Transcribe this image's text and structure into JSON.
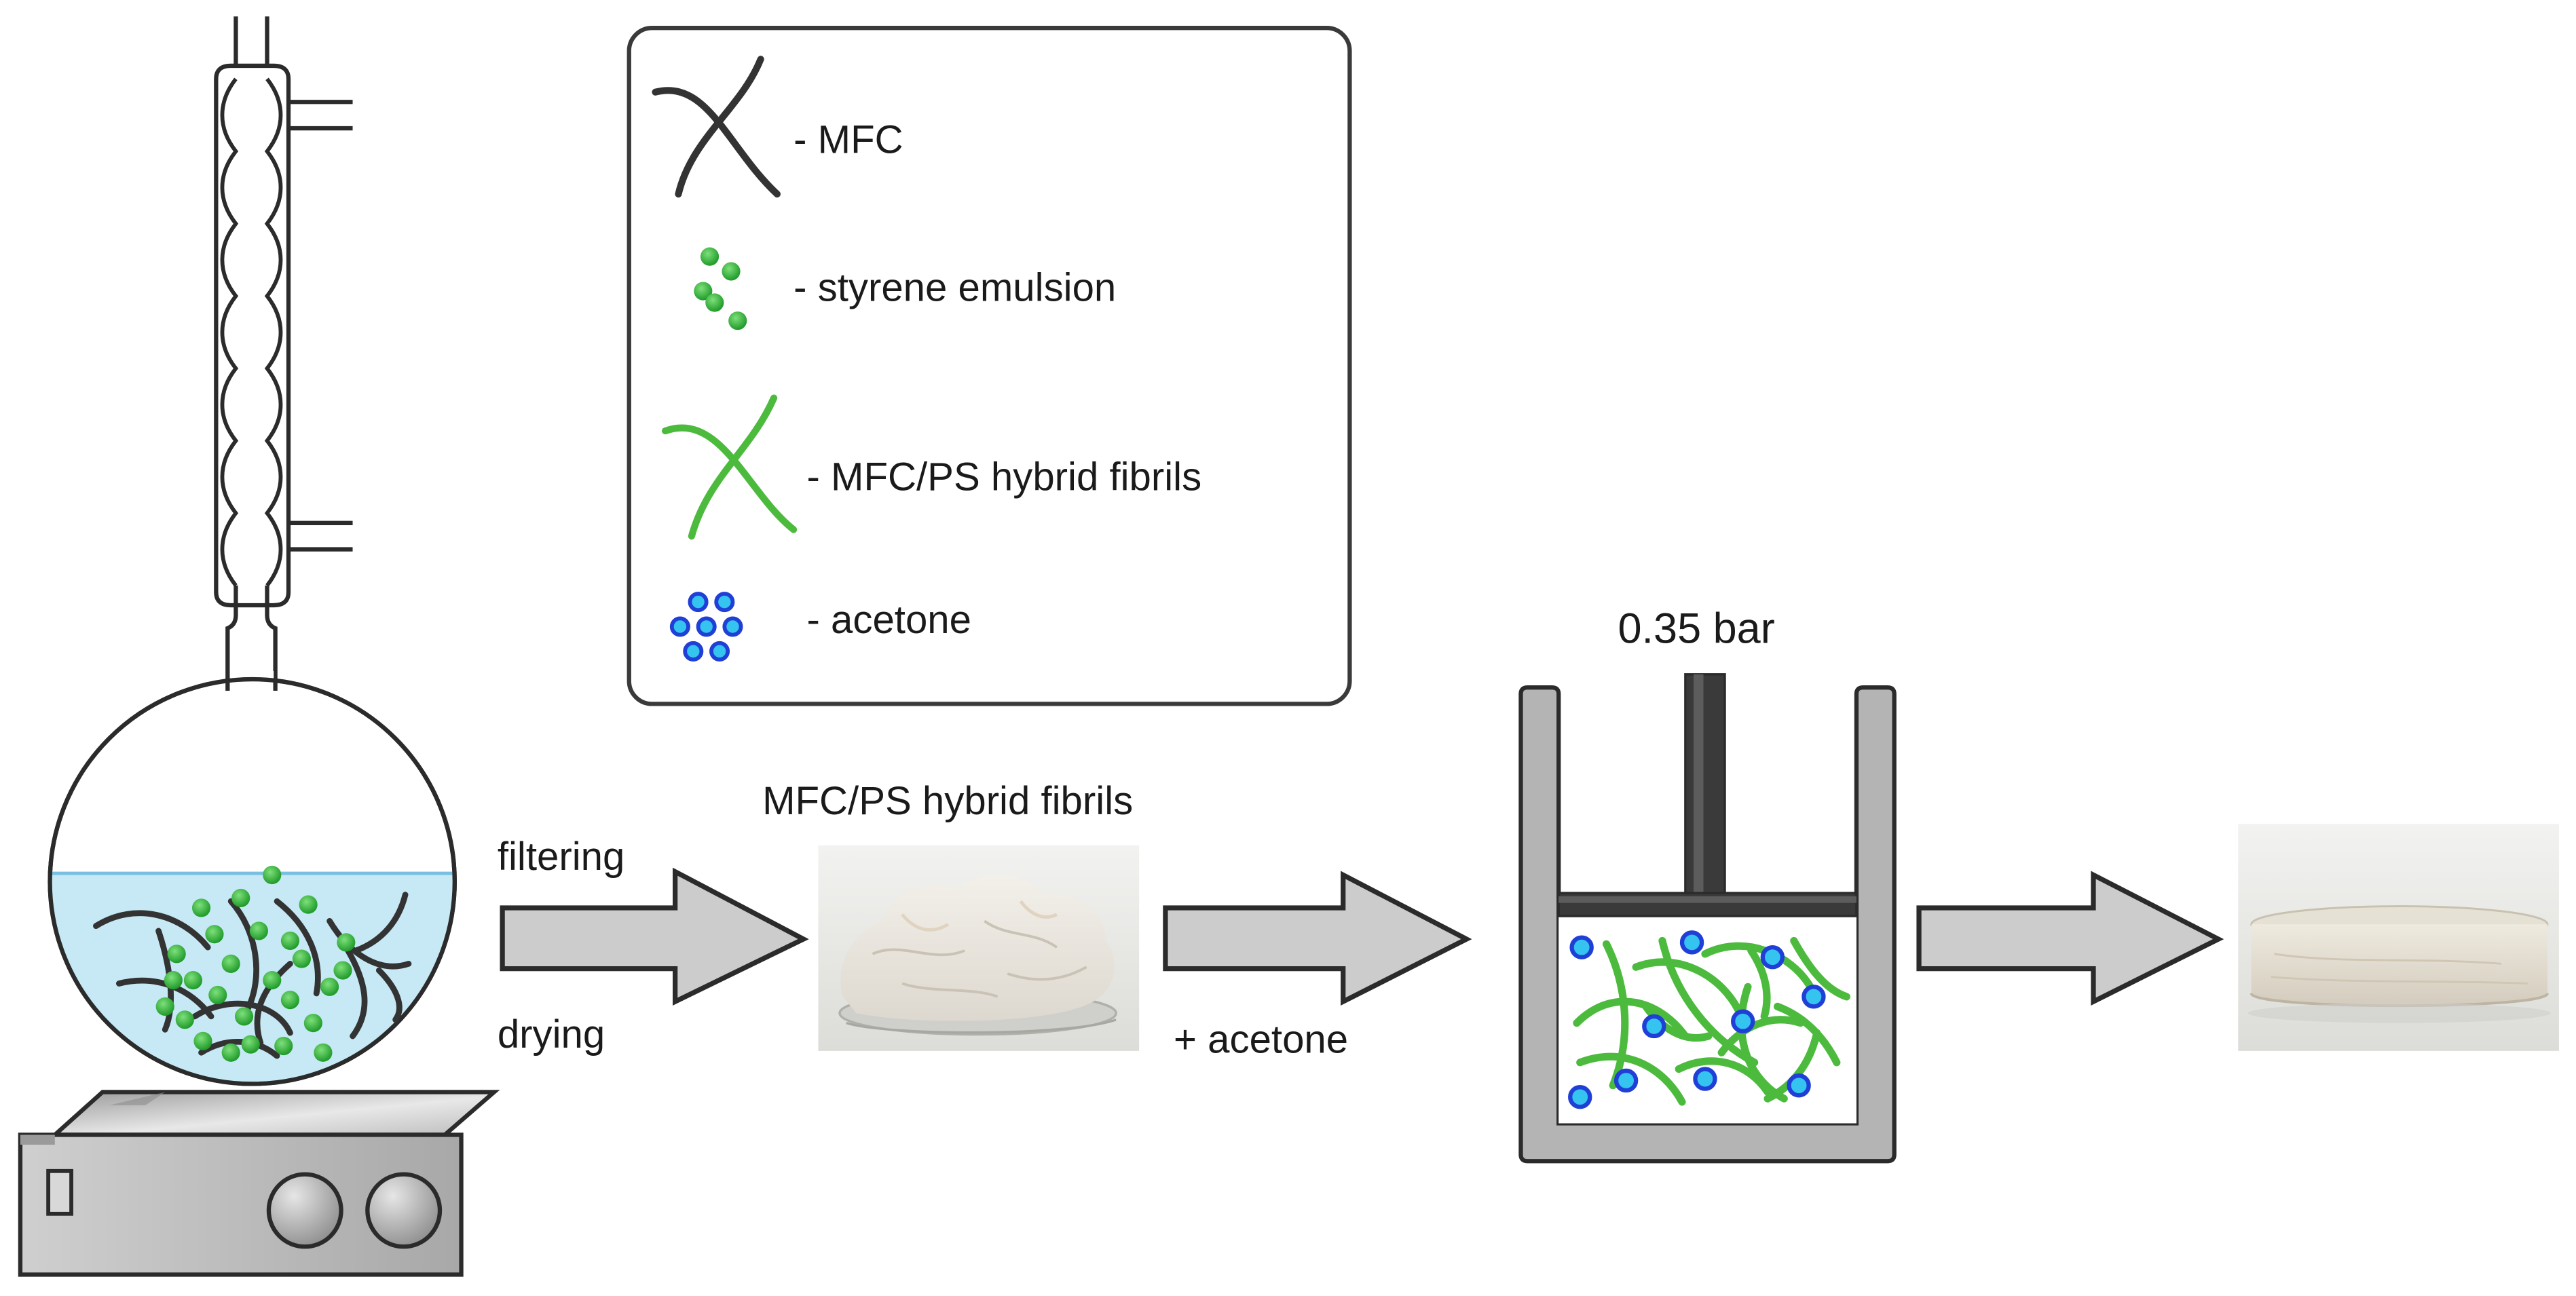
{
  "legend": {
    "items": [
      {
        "label": "- MFC"
      },
      {
        "label": "- styrene emulsion"
      },
      {
        "label": "- MFC/PS hybrid fibrils"
      },
      {
        "label": "- acetone"
      }
    ]
  },
  "steps": {
    "step1_top": "filtering",
    "step1_bottom": "drying",
    "hybrid_label": "MFC/PS hybrid fibrils",
    "step2_label": "+ acetone",
    "pressure_label": "0.35 bar"
  },
  "colors": {
    "mfc": "#333333",
    "styrene": "#2db032",
    "hybrid": "#4cbb3d",
    "acetone_outer": "#1f3fd6",
    "acetone_inner": "#35c3f0",
    "water": "#c6e9f5",
    "arrow_fill": "#cccccc",
    "equipment_gray": "#b4b4b4",
    "piston_dark": "#3a3a3a"
  },
  "icons": {
    "flask": "reflux-flask-icon",
    "stirrer": "hotplate-stirrer-icon",
    "press": "piston-press-icon",
    "arrow": "process-arrow-icon"
  }
}
